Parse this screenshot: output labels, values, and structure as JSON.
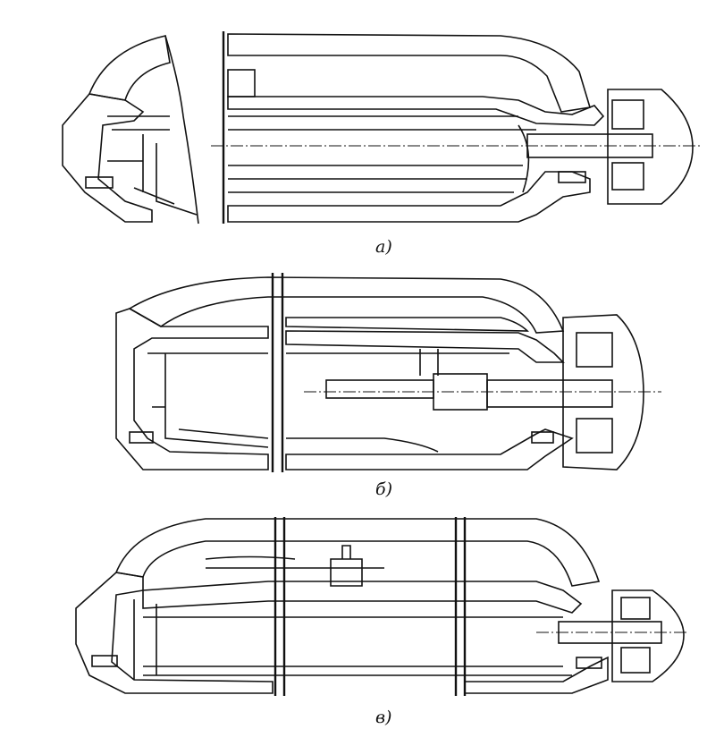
{
  "figure": {
    "captions": {
      "a": "а)",
      "b": "б)",
      "v": "в)"
    }
  }
}
